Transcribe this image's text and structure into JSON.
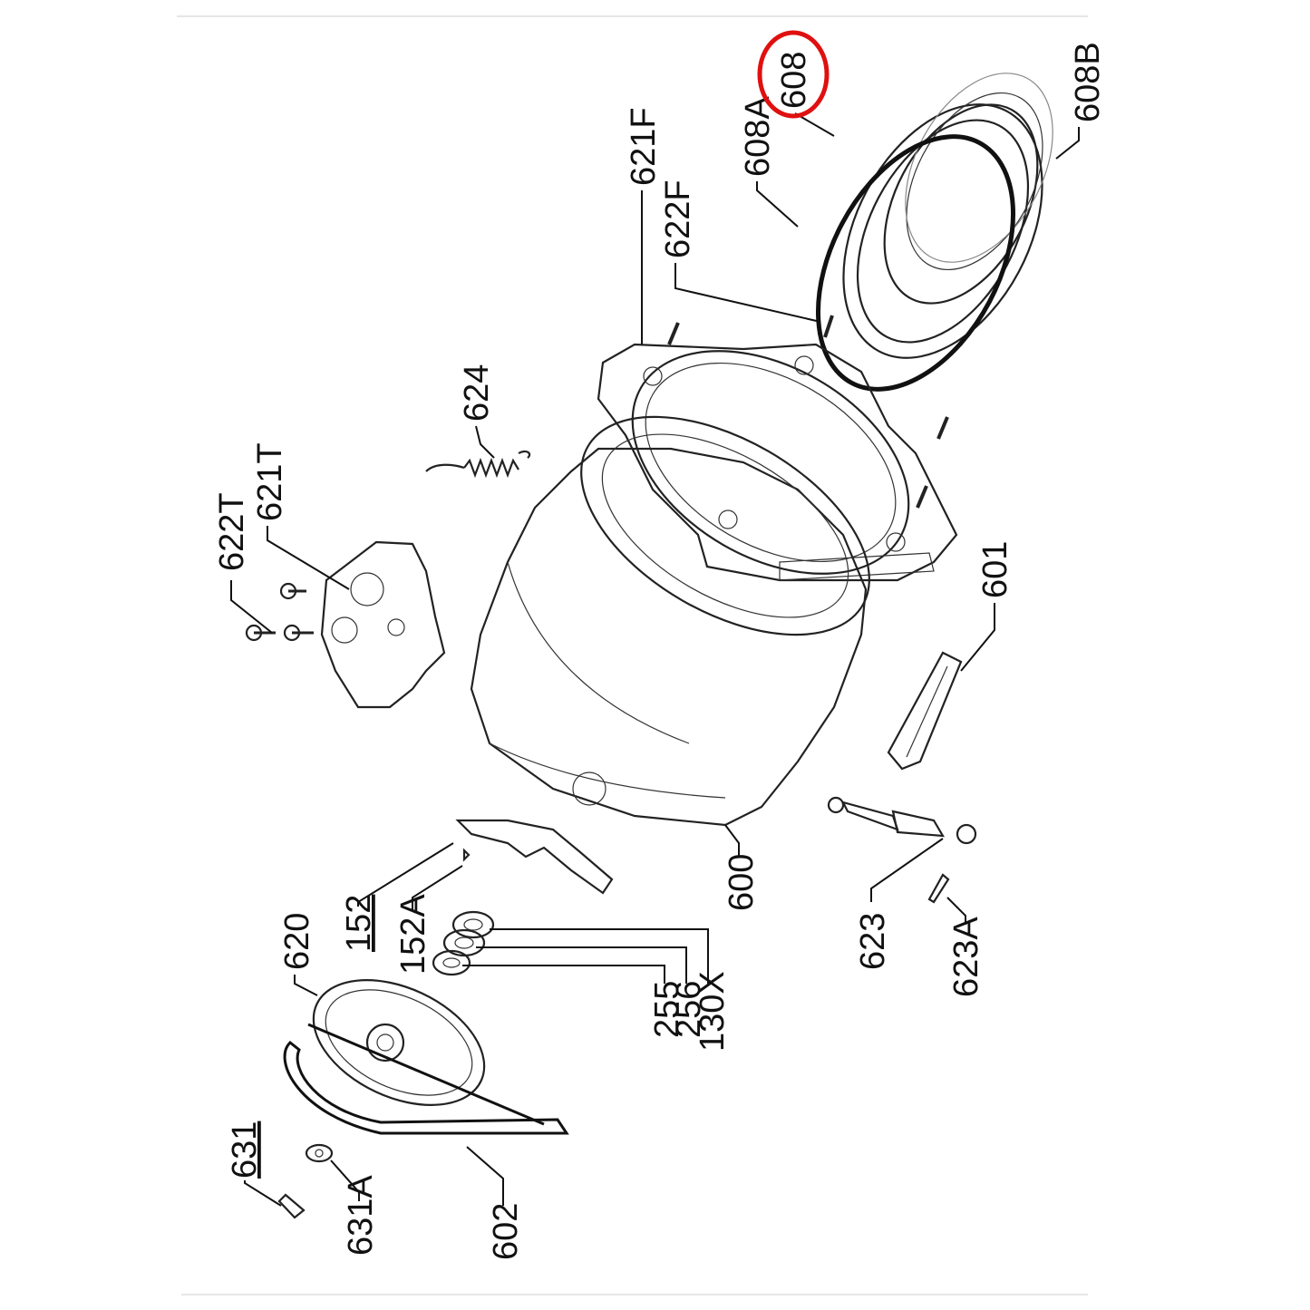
{
  "highlight_color": "#e01010",
  "labels": {
    "l608": "608",
    "l608B": "608B",
    "l608A": "608A",
    "l621F": "621F",
    "l622F": "622F",
    "l624": "624",
    "l621T": "621T",
    "l622T": "622T",
    "l601": "601",
    "l600": "600",
    "l152": "152",
    "l152A": "152A",
    "l623": "623",
    "l623A": "623A",
    "l620": "620",
    "l255": "255",
    "l256": "256",
    "l130X": "130X",
    "l631": "631",
    "l631A": "631A",
    "l602": "602"
  }
}
